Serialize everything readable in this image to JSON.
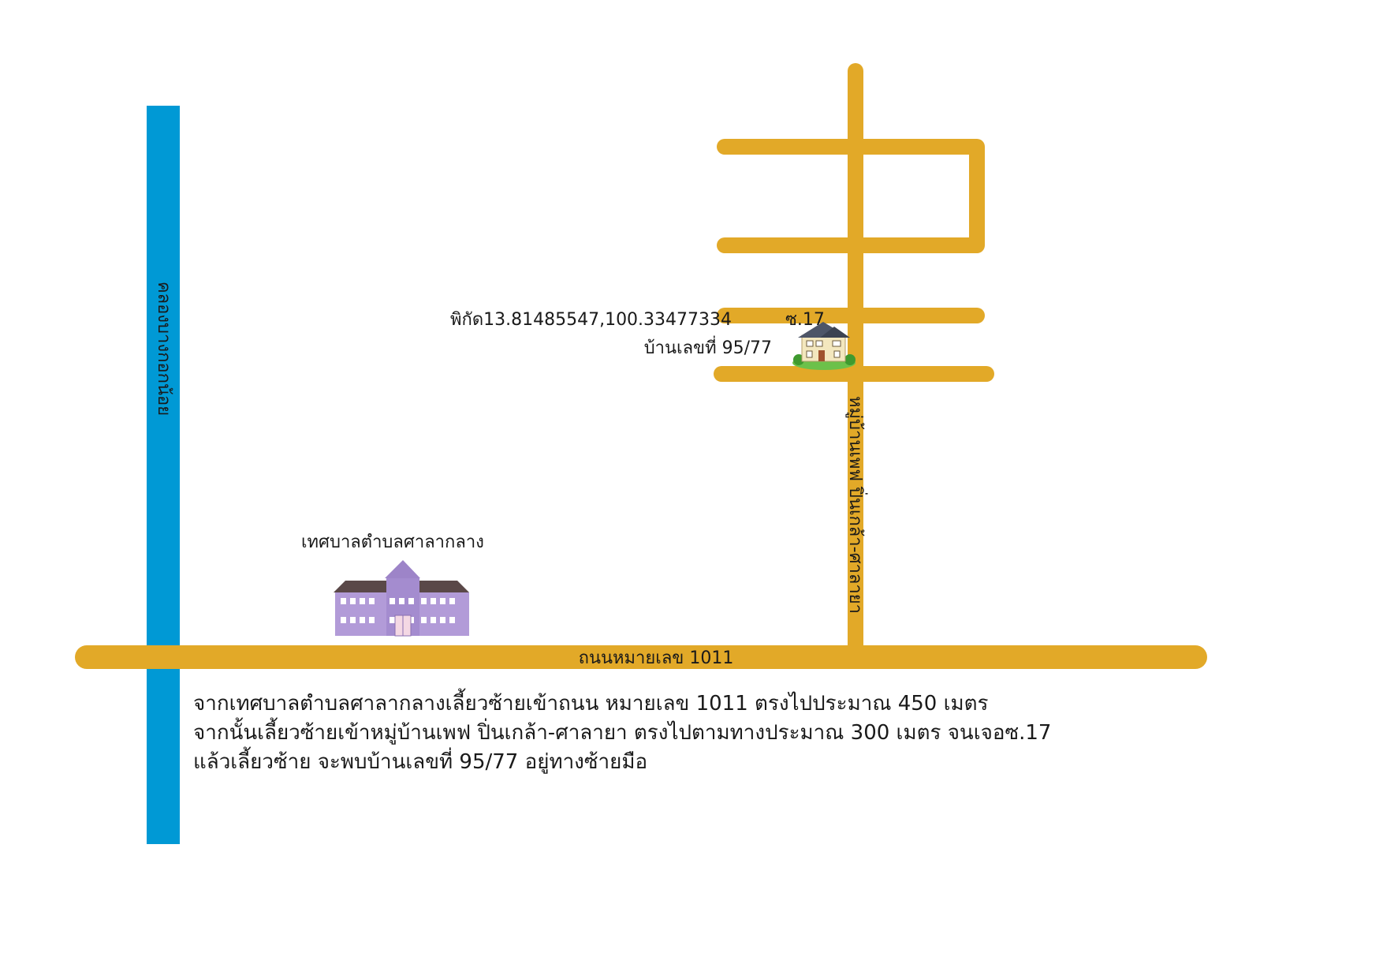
{
  "colors": {
    "road": "#E2A928",
    "canal": "#0099D5",
    "background": "#FFFFFF",
    "text": "#1A1A1A",
    "municipal_building": "#B29BD8",
    "roof": "#5A4848",
    "house_wall": "#F3E7BE",
    "house_roof": "#4E5668",
    "grass": "#6CC14A"
  },
  "canal": {
    "label": "คลองบางกอกน้อย"
  },
  "main_road": {
    "label": "ถนนหมายเลข 1011"
  },
  "village_road": {
    "label": "หมู่บ้านเพฟ ปิ่นเกล้า-ศาลายา"
  },
  "soi": {
    "label": "ซ.17"
  },
  "destination": {
    "coordinates_label": "พิกัด13.81485547,100.33477334",
    "house_label": "บ้านเลขที่ 95/77",
    "icon": "house-icon"
  },
  "landmark": {
    "label": "เทศบาลตำบลศาลากลาง",
    "icon": "municipal-building-icon"
  },
  "directions": [
    "จากเทศบาลตำบลศาลากลางเลี้ยวซ้ายเข้าถนน หมายเลข 1011 ตรงไปประมาณ  450 เมตร",
    "จากนั้นเลี้ยวซ้ายเข้าหมู่บ้านเพฟ ปิ่นเกล้า-ศาลายา ตรงไปตามทางประมาณ 300 เมตร จนเจอซ.17",
    "แล้วเลี้ยวซ้าย จะพบบ้านเลขที่ 95/77 อยู่ทางซ้ายมือ"
  ]
}
